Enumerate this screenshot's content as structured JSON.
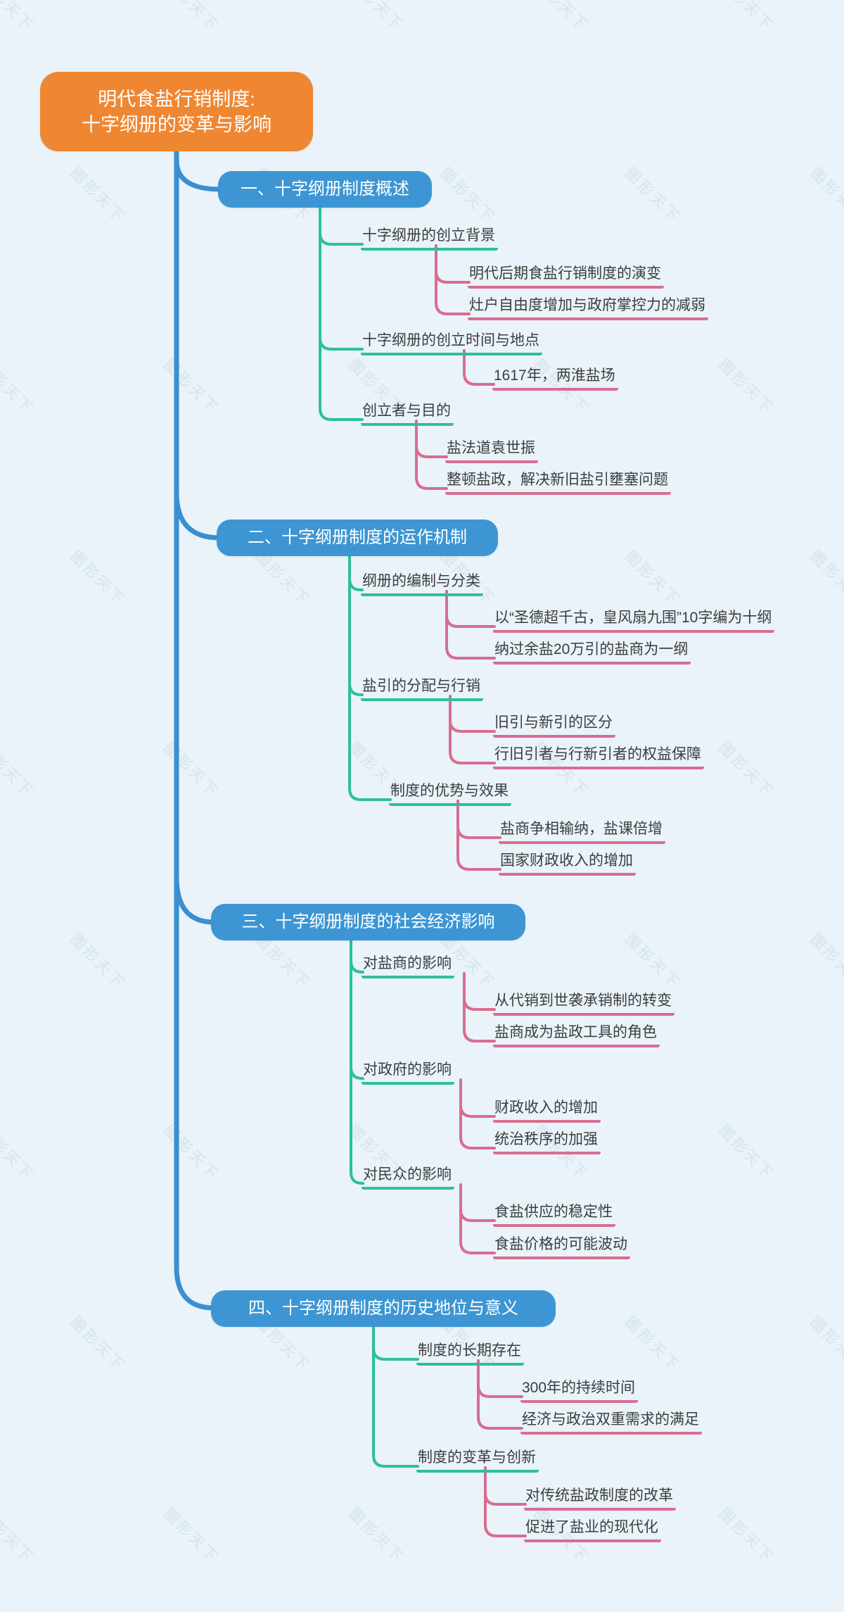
{
  "watermark": {
    "text": "图形天下"
  },
  "colors": {
    "background": "#e9f3f9",
    "root_bg": "#ef8732",
    "branch_bg": "#3d96d3",
    "trunk_blue": "#3a8fd0",
    "topic_teal": "#2ebf9c",
    "leaf_pink": "#d96d8f",
    "text_dark": "#3d3d3d",
    "text_light": "#ffffff"
  },
  "root": {
    "line1": "明代食盐行销制度:",
    "line2": "十字纲册的变革与影响"
  },
  "branches": [
    {
      "label": "一、十字纲册制度概述",
      "topics": [
        {
          "label": "十字纲册的创立背景",
          "items": [
            {
              "label": "明代后期食盐行销制度的演变"
            },
            {
              "label": "灶户自由度增加与政府掌控力的减弱"
            }
          ]
        },
        {
          "label": "十字纲册的创立时间与地点",
          "items": [
            {
              "label": "1617年，两淮盐场"
            }
          ]
        },
        {
          "label": "创立者与目的",
          "items": [
            {
              "label": "盐法道袁世振"
            },
            {
              "label": "整顿盐政，解决新旧盐引壅塞问题"
            }
          ]
        }
      ]
    },
    {
      "label": "二、十字纲册制度的运作机制",
      "topics": [
        {
          "label": "纲册的编制与分类",
          "items": [
            {
              "label": "以“圣德超千古，皇风扇九围”10字编为十纲"
            },
            {
              "label": "纳过余盐20万引的盐商为一纲"
            }
          ]
        },
        {
          "label": "盐引的分配与行销",
          "items": [
            {
              "label": "旧引与新引的区分"
            },
            {
              "label": "行旧引者与行新引者的权益保障"
            }
          ]
        },
        {
          "label": "制度的优势与效果",
          "items": [
            {
              "label": "盐商争相输纳，盐课倍增"
            },
            {
              "label": "国家财政收入的增加"
            }
          ]
        }
      ]
    },
    {
      "label": "三、十字纲册制度的社会经济影响",
      "topics": [
        {
          "label": "对盐商的影响",
          "items": [
            {
              "label": "从代销到世袭承销制的转变"
            },
            {
              "label": "盐商成为盐政工具的角色"
            }
          ]
        },
        {
          "label": "对政府的影响",
          "items": [
            {
              "label": "财政收入的增加"
            },
            {
              "label": "统治秩序的加强"
            }
          ]
        },
        {
          "label": "对民众的影响",
          "items": [
            {
              "label": "食盐供应的稳定性"
            },
            {
              "label": "食盐价格的可能波动"
            }
          ]
        }
      ]
    },
    {
      "label": "四、十字纲册制度的历史地位与意义",
      "topics": [
        {
          "label": "制度的长期存在",
          "items": [
            {
              "label": "300年的持续时间"
            },
            {
              "label": "经济与政治双重需求的满足"
            }
          ]
        },
        {
          "label": "制度的变革与创新",
          "items": [
            {
              "label": "对传统盐政制度的改革"
            },
            {
              "label": "促进了盐业的现代化"
            }
          ]
        }
      ]
    }
  ]
}
